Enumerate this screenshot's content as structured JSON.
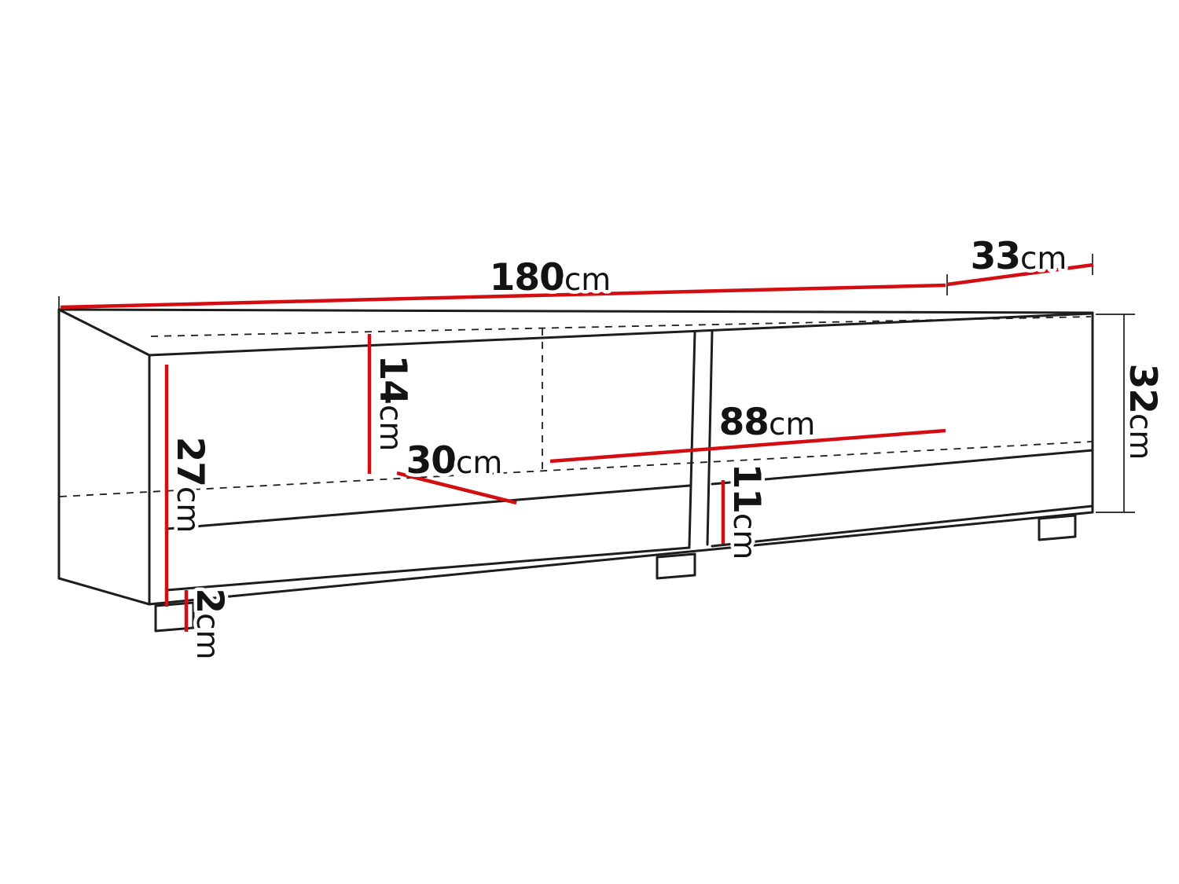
{
  "diagram": {
    "type": "furniture-dimension-diagram",
    "subject": "TV cabinet with open shelf compartments and feet",
    "colors": {
      "line": "#1d1d1b",
      "dimension": "#d40d12",
      "text": "#131313",
      "background": "#ffffff"
    },
    "dimensions": {
      "width": {
        "value": "180",
        "unit": "cm"
      },
      "depth": {
        "value": "33",
        "unit": "cm"
      },
      "height": {
        "value": "32",
        "unit": "cm"
      },
      "flap_compartment_height": {
        "value": "14",
        "unit": "cm"
      },
      "interior_height": {
        "value": "27",
        "unit": "cm"
      },
      "interior_depth": {
        "value": "30",
        "unit": "cm"
      },
      "compartment_width": {
        "value": "88",
        "unit": "cm"
      },
      "shelf_opening_height": {
        "value": "11",
        "unit": "cm"
      },
      "foot_height": {
        "value": "2",
        "unit": "cm"
      }
    }
  }
}
